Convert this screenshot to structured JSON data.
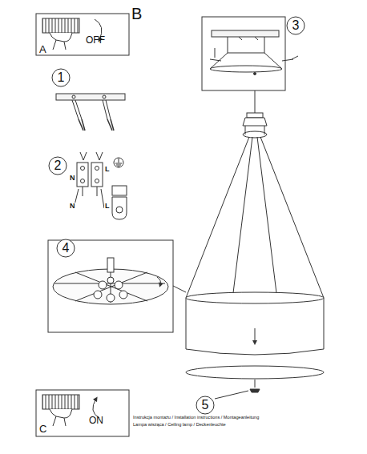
{
  "diagram": {
    "nodes": [
      {
        "text": [
          "A",
          "OFF"
        ]
      },
      {
        "text": [
          "1"
        ]
      },
      {
        "text": [
          "2"
        ]
      },
      {
        "text": [
          "3"
        ]
      },
      {
        "text": [
          "4"
        ]
      },
      {
        "text": [
          "5"
        ]
      },
      {
        "text": [
          "C",
          "ON"
        ]
      }
    ],
    "labels": [
      "B",
      "N",
      "L",
      "N",
      "L",
      "Instrukcja montażu / Installation instructions / Montageanleitung",
      "Lampa wisząca / Ceiling lamp / Deckenleuchte"
    ]
  }
}
